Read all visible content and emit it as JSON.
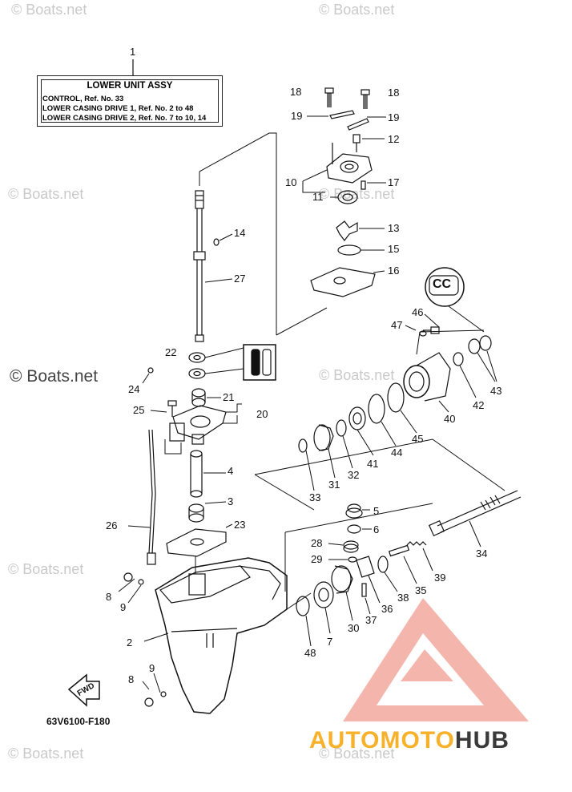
{
  "watermarks": [
    "© Boats.net",
    "© Boats.net",
    "© Boats.net",
    "© Boats.net",
    "© Boats.net",
    "© Boats.net",
    "© Boats.net",
    "© Boats.net",
    "© Boats.net"
  ],
  "legend": {
    "ref": "1",
    "title": "LOWER UNIT ASSY",
    "lines": [
      "CONTROL,  Ref. No. 33",
      "LOWER CASING DRIVE 1,  Ref. No. 2 to 48",
      "LOWER CASING DRIVE 2,  Ref. No. 7 to 10, 14"
    ]
  },
  "callouts": [
    "18",
    "18",
    "19",
    "19",
    "12",
    "10",
    "17",
    "11",
    "13",
    "15",
    "16",
    "14",
    "27",
    "46",
    "47",
    "22",
    "24",
    "21",
    "25",
    "20",
    "43",
    "42",
    "40",
    "45",
    "44",
    "41",
    "32",
    "31",
    "33",
    "4",
    "3",
    "5",
    "6",
    "26",
    "23",
    "28",
    "29",
    "34",
    "39",
    "35",
    "8",
    "9",
    "38",
    "36",
    "37",
    "30",
    "2",
    "7",
    "48",
    "9",
    "8"
  ],
  "diagram_code": "63V6100-F180",
  "fwd_label": "FWD",
  "cc_label": "CC",
  "brand": {
    "part1": "AUTOMOTO",
    "part2": "HUB",
    "color_logo": "#e8332a",
    "color_accent": "#f7b12a",
    "color_dark": "#3a3a3a"
  }
}
